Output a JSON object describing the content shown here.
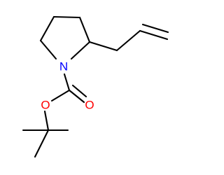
{
  "structure": {
    "atoms": {
      "nitrogen": {
        "label": "N",
        "color": "#0000ff"
      },
      "ester_oxygen": {
        "label": "O",
        "color": "#ff0000"
      },
      "carbonyl_oxygen": {
        "label": "O",
        "color": "#ff0000"
      }
    },
    "bond_color": "#000000"
  }
}
